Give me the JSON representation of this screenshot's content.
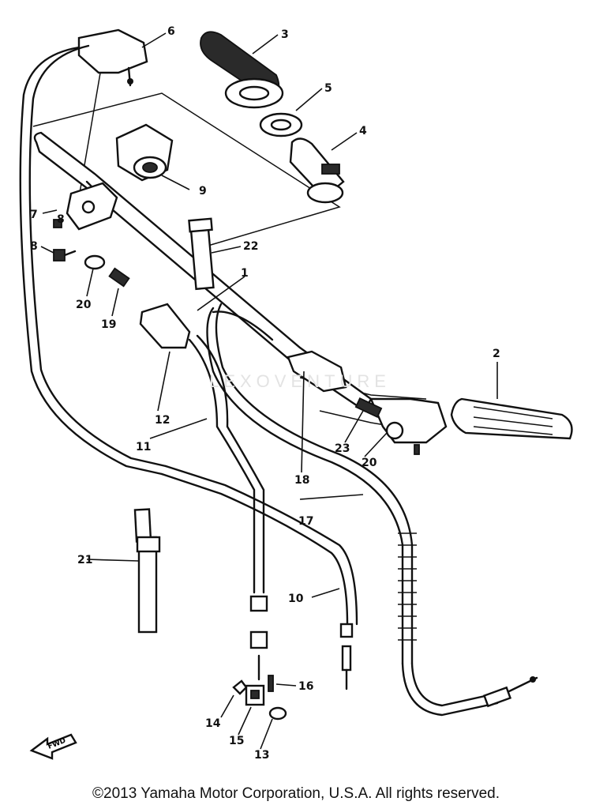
{
  "watermark": "LEXOVENTURE",
  "fwd_label": "FWD",
  "copyright": "©2013 Yamaha Motor Corporation, U.S.A. All rights reserved.",
  "callouts": [
    {
      "id": "c1",
      "label": "1"
    },
    {
      "id": "c2",
      "label": "2"
    },
    {
      "id": "c3",
      "label": "3"
    },
    {
      "id": "c4",
      "label": "4"
    },
    {
      "id": "c5",
      "label": "5"
    },
    {
      "id": "c6",
      "label": "6"
    },
    {
      "id": "c7",
      "label": "7"
    },
    {
      "id": "c8a",
      "label": "8"
    },
    {
      "id": "c8b",
      "label": "8"
    },
    {
      "id": "c9",
      "label": "9"
    },
    {
      "id": "c10",
      "label": "10"
    },
    {
      "id": "c11",
      "label": "11"
    },
    {
      "id": "c12",
      "label": "12"
    },
    {
      "id": "c13",
      "label": "13"
    },
    {
      "id": "c14",
      "label": "14"
    },
    {
      "id": "c15",
      "label": "15"
    },
    {
      "id": "c16",
      "label": "16"
    },
    {
      "id": "c17",
      "label": "17"
    },
    {
      "id": "c18",
      "label": "18"
    },
    {
      "id": "c19",
      "label": "19"
    },
    {
      "id": "c20a",
      "label": "20"
    },
    {
      "id": "c20b",
      "label": "20"
    },
    {
      "id": "c21",
      "label": "21"
    },
    {
      "id": "c22",
      "label": "22"
    },
    {
      "id": "c23",
      "label": "23"
    }
  ]
}
